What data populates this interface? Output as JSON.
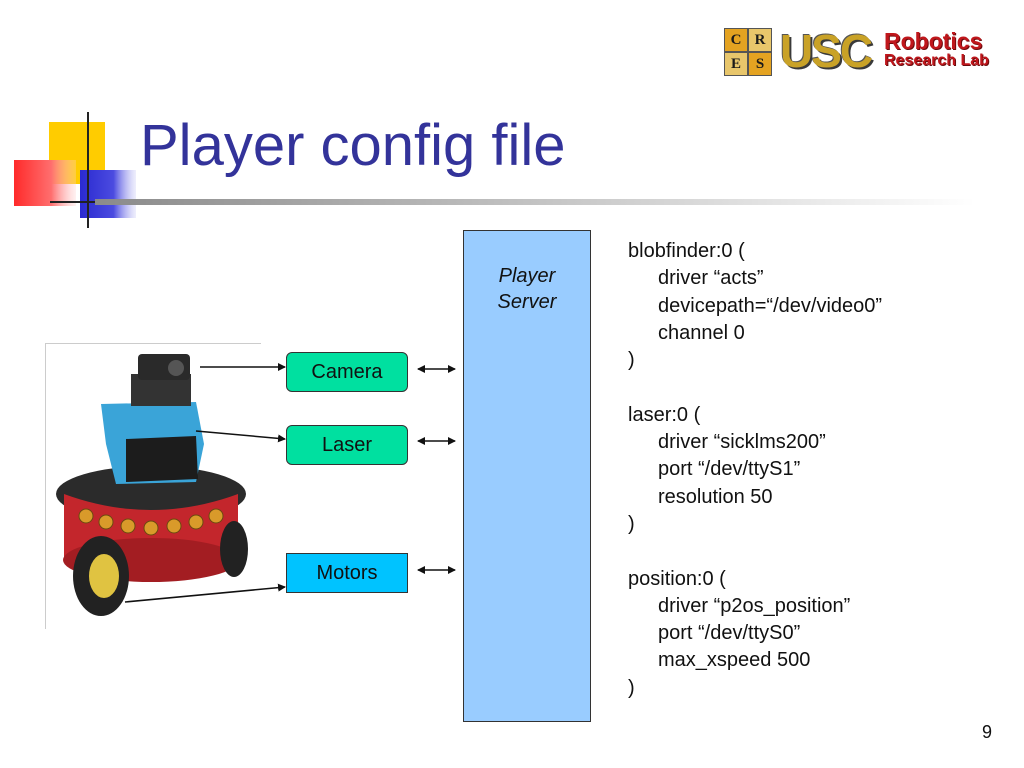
{
  "slide": {
    "title": "Player config file",
    "page_number": "9"
  },
  "logo": {
    "cres_letters": [
      "C",
      "R",
      "E",
      "S"
    ],
    "usc": "USC",
    "line1": "Robotics",
    "line2": "Research Lab"
  },
  "diagram": {
    "server_label_line1": "Player",
    "server_label_line2": "Server",
    "devices": {
      "camera": "Camera",
      "laser": "Laser",
      "motors": "Motors"
    },
    "colors": {
      "server_fill": "#99ccff",
      "device_green": "#00e0a0",
      "device_blue": "#00c3ff"
    }
  },
  "config": {
    "lines": [
      "blobfinder:0 (",
      "driver “acts”",
      "devicepath=“/dev/video0”",
      "channel 0",
      ")",
      "",
      "laser:0 (",
      "driver “sicklms200”",
      "port “/dev/ttyS1”",
      "resolution 50",
      ")",
      "",
      "position:0 (",
      "driver “p2os_position”",
      "port “/dev/ttyS0”",
      "max_xspeed 500",
      ")"
    ]
  }
}
